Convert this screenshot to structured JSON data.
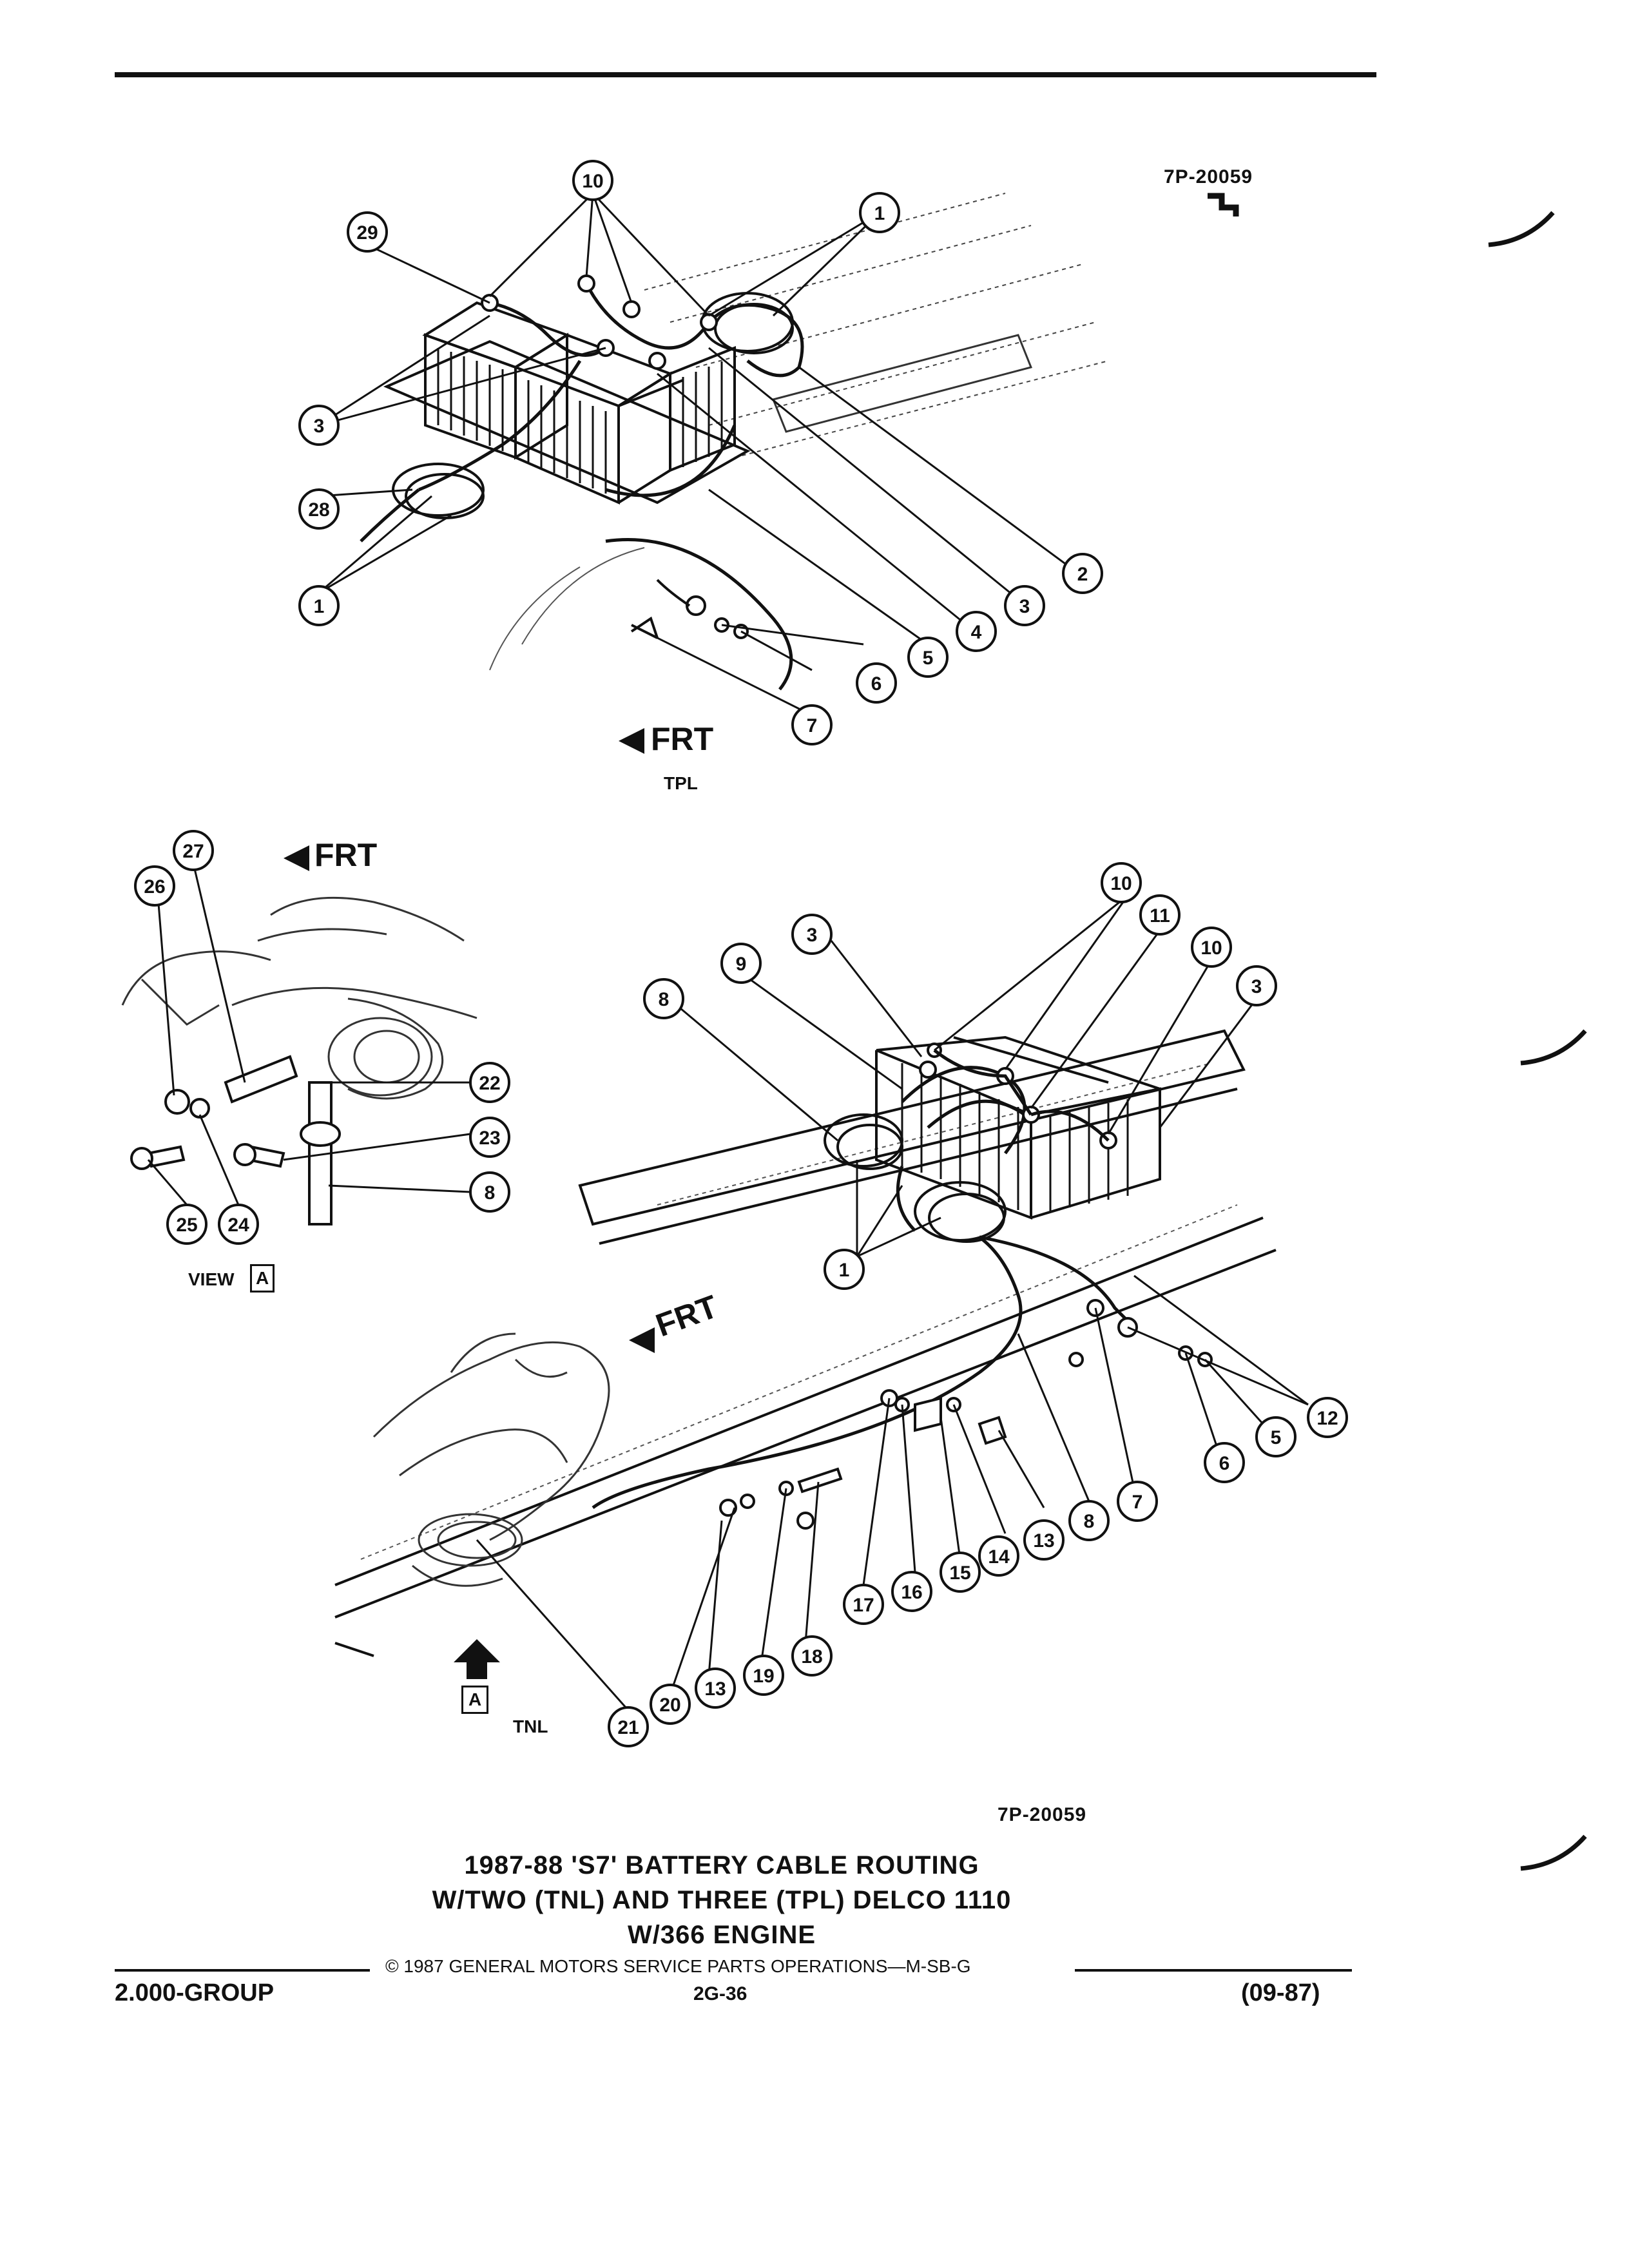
{
  "header": {
    "figure_code_top": "7P-20059",
    "figure_code_bottom": "7P-20059"
  },
  "tpl_view": {
    "direction_label": "FRT",
    "variant_label": "TPL"
  },
  "view_a": {
    "direction_label": "FRT",
    "view_label": "VIEW",
    "view_letter": "A"
  },
  "tnl_view": {
    "direction_label": "FRT",
    "variant_label": "TNL",
    "view_marker": "A"
  },
  "caption": {
    "line1": "1987-88 'S7' BATTERY CABLE ROUTING",
    "line2": "W/TWO (TNL) AND THREE (TPL) DELCO 1110",
    "line3": "W/366 ENGINE"
  },
  "footer": {
    "copyright": "© 1987 GENERAL MOTORS SERVICE PARTS OPERATIONS—M-SB-G",
    "group": "2.000-GROUP",
    "page": "2G-36",
    "date": "(09-87)"
  },
  "callouts_tpl": [
    "10",
    "29",
    "1",
    "3",
    "28",
    "1",
    "2",
    "3",
    "4",
    "5",
    "6",
    "7"
  ],
  "callouts_view_a": [
    "27",
    "26",
    "22",
    "23",
    "8",
    "25",
    "24"
  ],
  "callouts_tnl": [
    "10",
    "11",
    "10",
    "3",
    "9",
    "3",
    "8",
    "1",
    "12",
    "5",
    "6",
    "7",
    "8",
    "13",
    "14",
    "15",
    "16",
    "17",
    "18",
    "19",
    "13",
    "20",
    "21"
  ]
}
